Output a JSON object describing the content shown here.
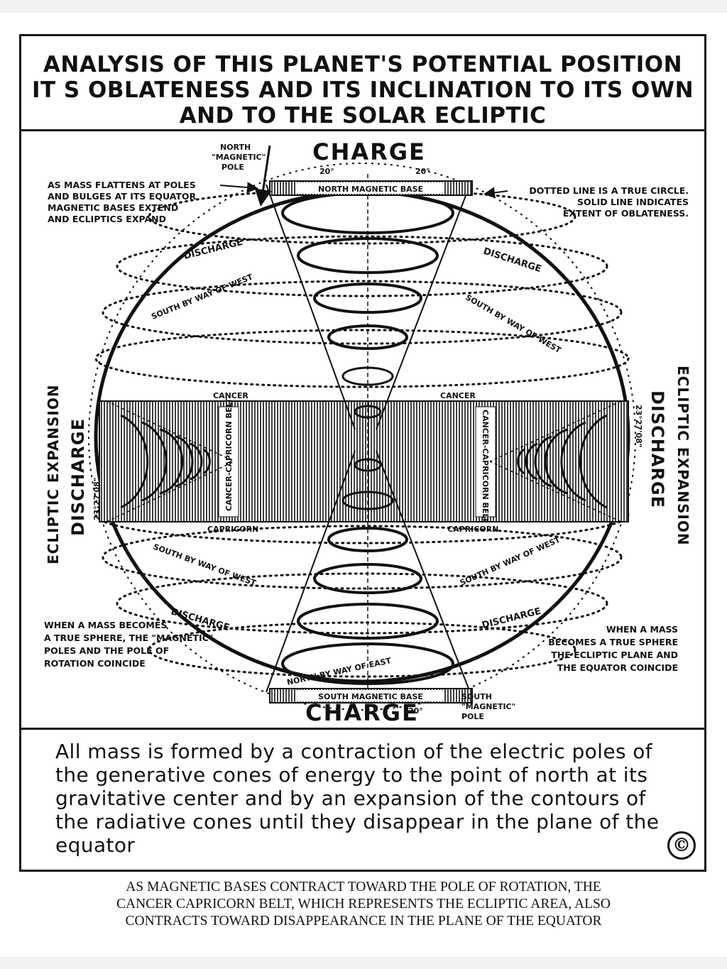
{
  "title": {
    "line1": "ANALYSIS OF THIS PLANET'S POTENTIAL POSITION",
    "line2": "IT S OBLATENESS AND ITS INCLINATION TO ITS OWN",
    "line3": "AND TO THE SOLAR ECLIPTIC"
  },
  "diagram": {
    "charge_top": "CHARGE",
    "charge_bottom": "CHARGE",
    "north_pole_1": "NORTH",
    "north_pole_2": "\"MAGNETIC\"",
    "north_pole_3": "POLE",
    "south_pole_1": "SOUTH",
    "south_pole_2": "\"MAGNETIC\"",
    "south_pole_3": "POLE",
    "angle_20": "20°",
    "north_base": "NORTH MAGNETIC BASE",
    "south_base": "SOUTH MAGNETIC BASE",
    "note_left_1": "AS MASS FLATTENS AT POLES",
    "note_left_2": "AND BULGES AT ITS EQUATOR",
    "note_left_3": "MAGNETIC BASES EXTEND",
    "note_left_4": "AND ECLIPTICS EXPAND",
    "note_right_1": "DOTTED LINE IS A TRUE CIRCLE.",
    "note_right_2": "SOLID LINE INDICATES",
    "note_right_3": "EXTENT OF OBLATENESS.",
    "note_bl_1": "WHEN A MASS BECOMES",
    "note_bl_2": "A TRUE SPHERE, THE \"MAGNETIC\"",
    "note_bl_3": "POLES AND THE POLE OF",
    "note_bl_4": "ROTATION COINCIDE",
    "note_br_1": "WHEN A MASS",
    "note_br_2": "BECOMES A TRUE SPHERE",
    "note_br_3": "THE ECLIPTIC PLANE AND",
    "note_br_4": "THE EQUATOR COINCIDE",
    "discharge": "DISCHARGE",
    "south_by_way_of_west": "SOUTH BY WAY OF WEST",
    "north_by_way_of_east": "NORTH BY WAY OF EAST",
    "cancer": "CANCER",
    "capricorn": "CAPRICORN",
    "cancer_capricorn_belt": "CANCER-CAPRICORN BELT",
    "ecliptic_expansion": "ECLIPTIC EXPANSION",
    "side_discharge": "DISCHARGE",
    "angle_23": "23°27'08\""
  },
  "caption": "All mass is formed by a contraction of the electric poles of the generative cones of energy to the point of north at its gravitative center and by an expansion of the contours of the radiative cones until they disappear in the plane of the equator",
  "footer": {
    "line1": "AS MAGNETIC BASES CONTRACT TOWARD THE POLE OF ROTATION, THE",
    "line2": "CANCER CAPRICORN BELT, WHICH REPRESENTS THE ECLIPTIC AREA, ALSO",
    "line3": "CONTRACTS TOWARD DISAPPEARANCE IN THE PLANE OF THE EQUATOR"
  }
}
